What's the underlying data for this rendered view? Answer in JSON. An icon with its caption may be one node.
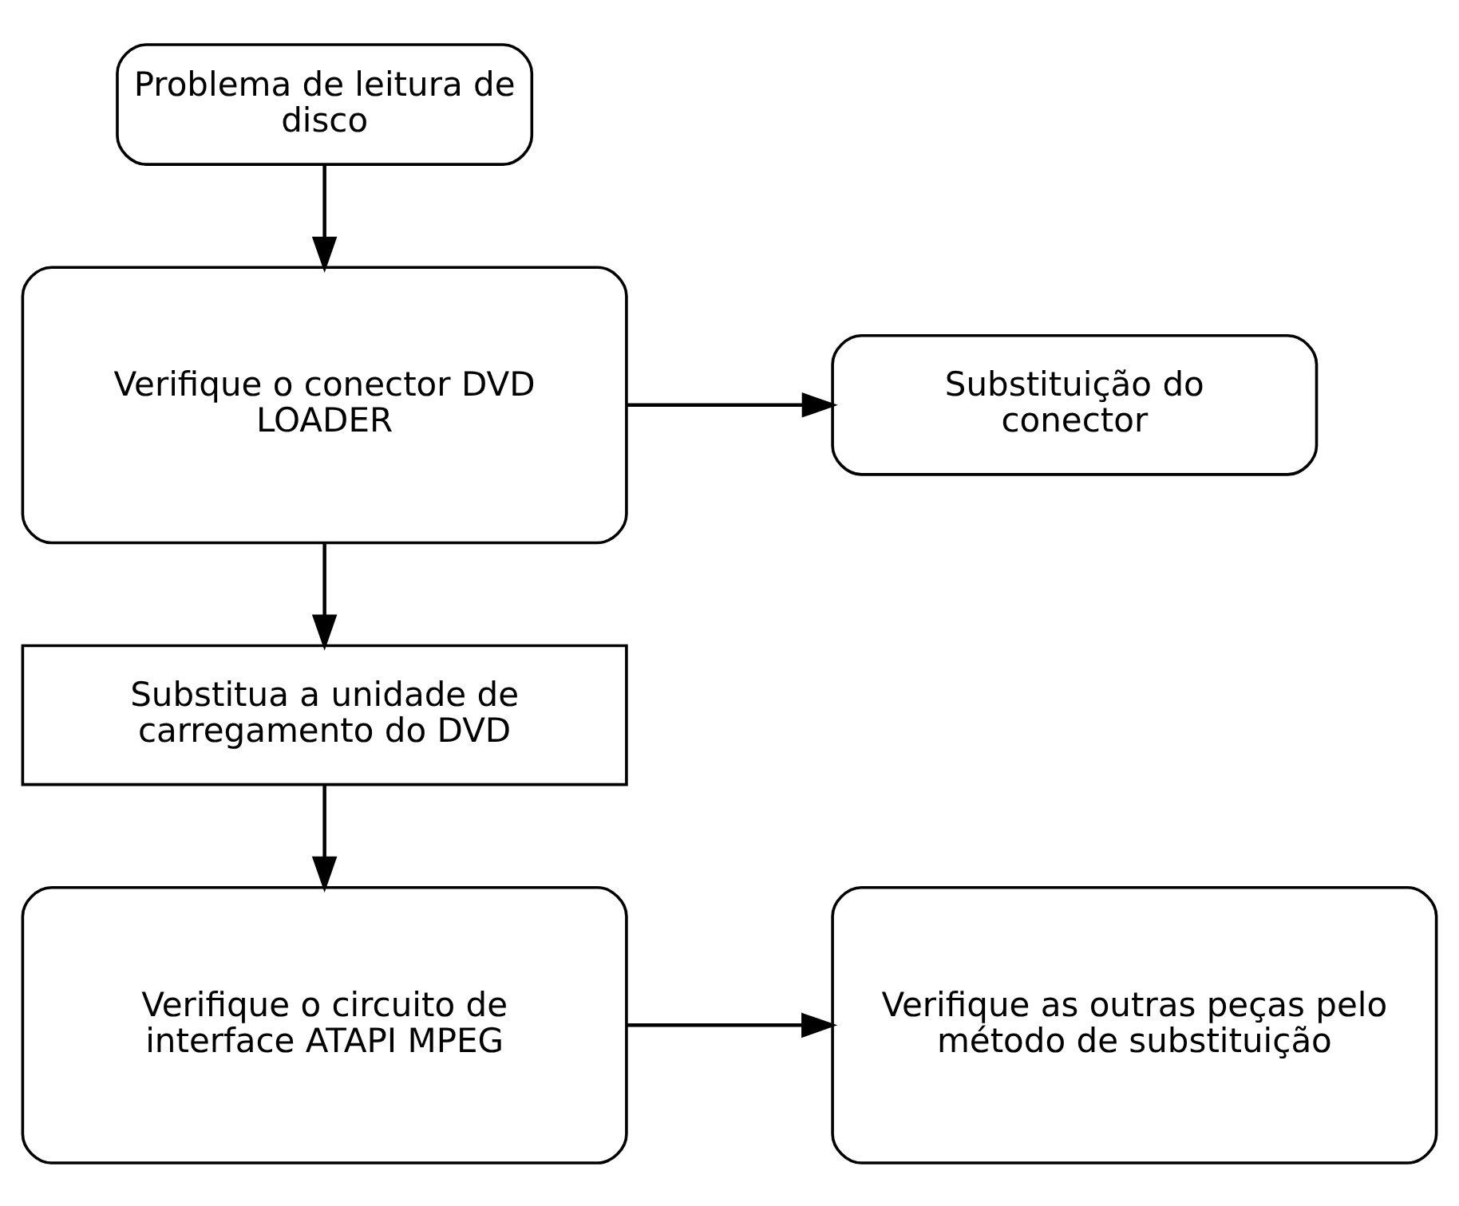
{
  "diagram": {
    "nodes": [
      {
        "text": [
          "Problema de leitura de disco"
        ]
      },
      {
        "text": [
          "Verifique o conector DVD LOADER"
        ]
      },
      {
        "text": [
          "Substituição do conector"
        ]
      },
      {
        "text": [
          "Substitua a unidade de carregamento do DVD"
        ]
      },
      {
        "text": [
          "Verifique o circuito de interface ATAPI MPEG"
        ]
      },
      {
        "text": [
          "Verifique as outras peças pelo método de substituição"
        ]
      }
    ],
    "edges": [
      {
        "from": 0,
        "to": 1,
        "arrow": "to"
      },
      {
        "from": 1,
        "to": 2,
        "arrow": "to"
      },
      {
        "from": 1,
        "to": 3,
        "arrow": "to"
      },
      {
        "from": 3,
        "to": 4,
        "arrow": "to"
      },
      {
        "from": 4,
        "to": 5,
        "arrow": "to"
      }
    ]
  }
}
